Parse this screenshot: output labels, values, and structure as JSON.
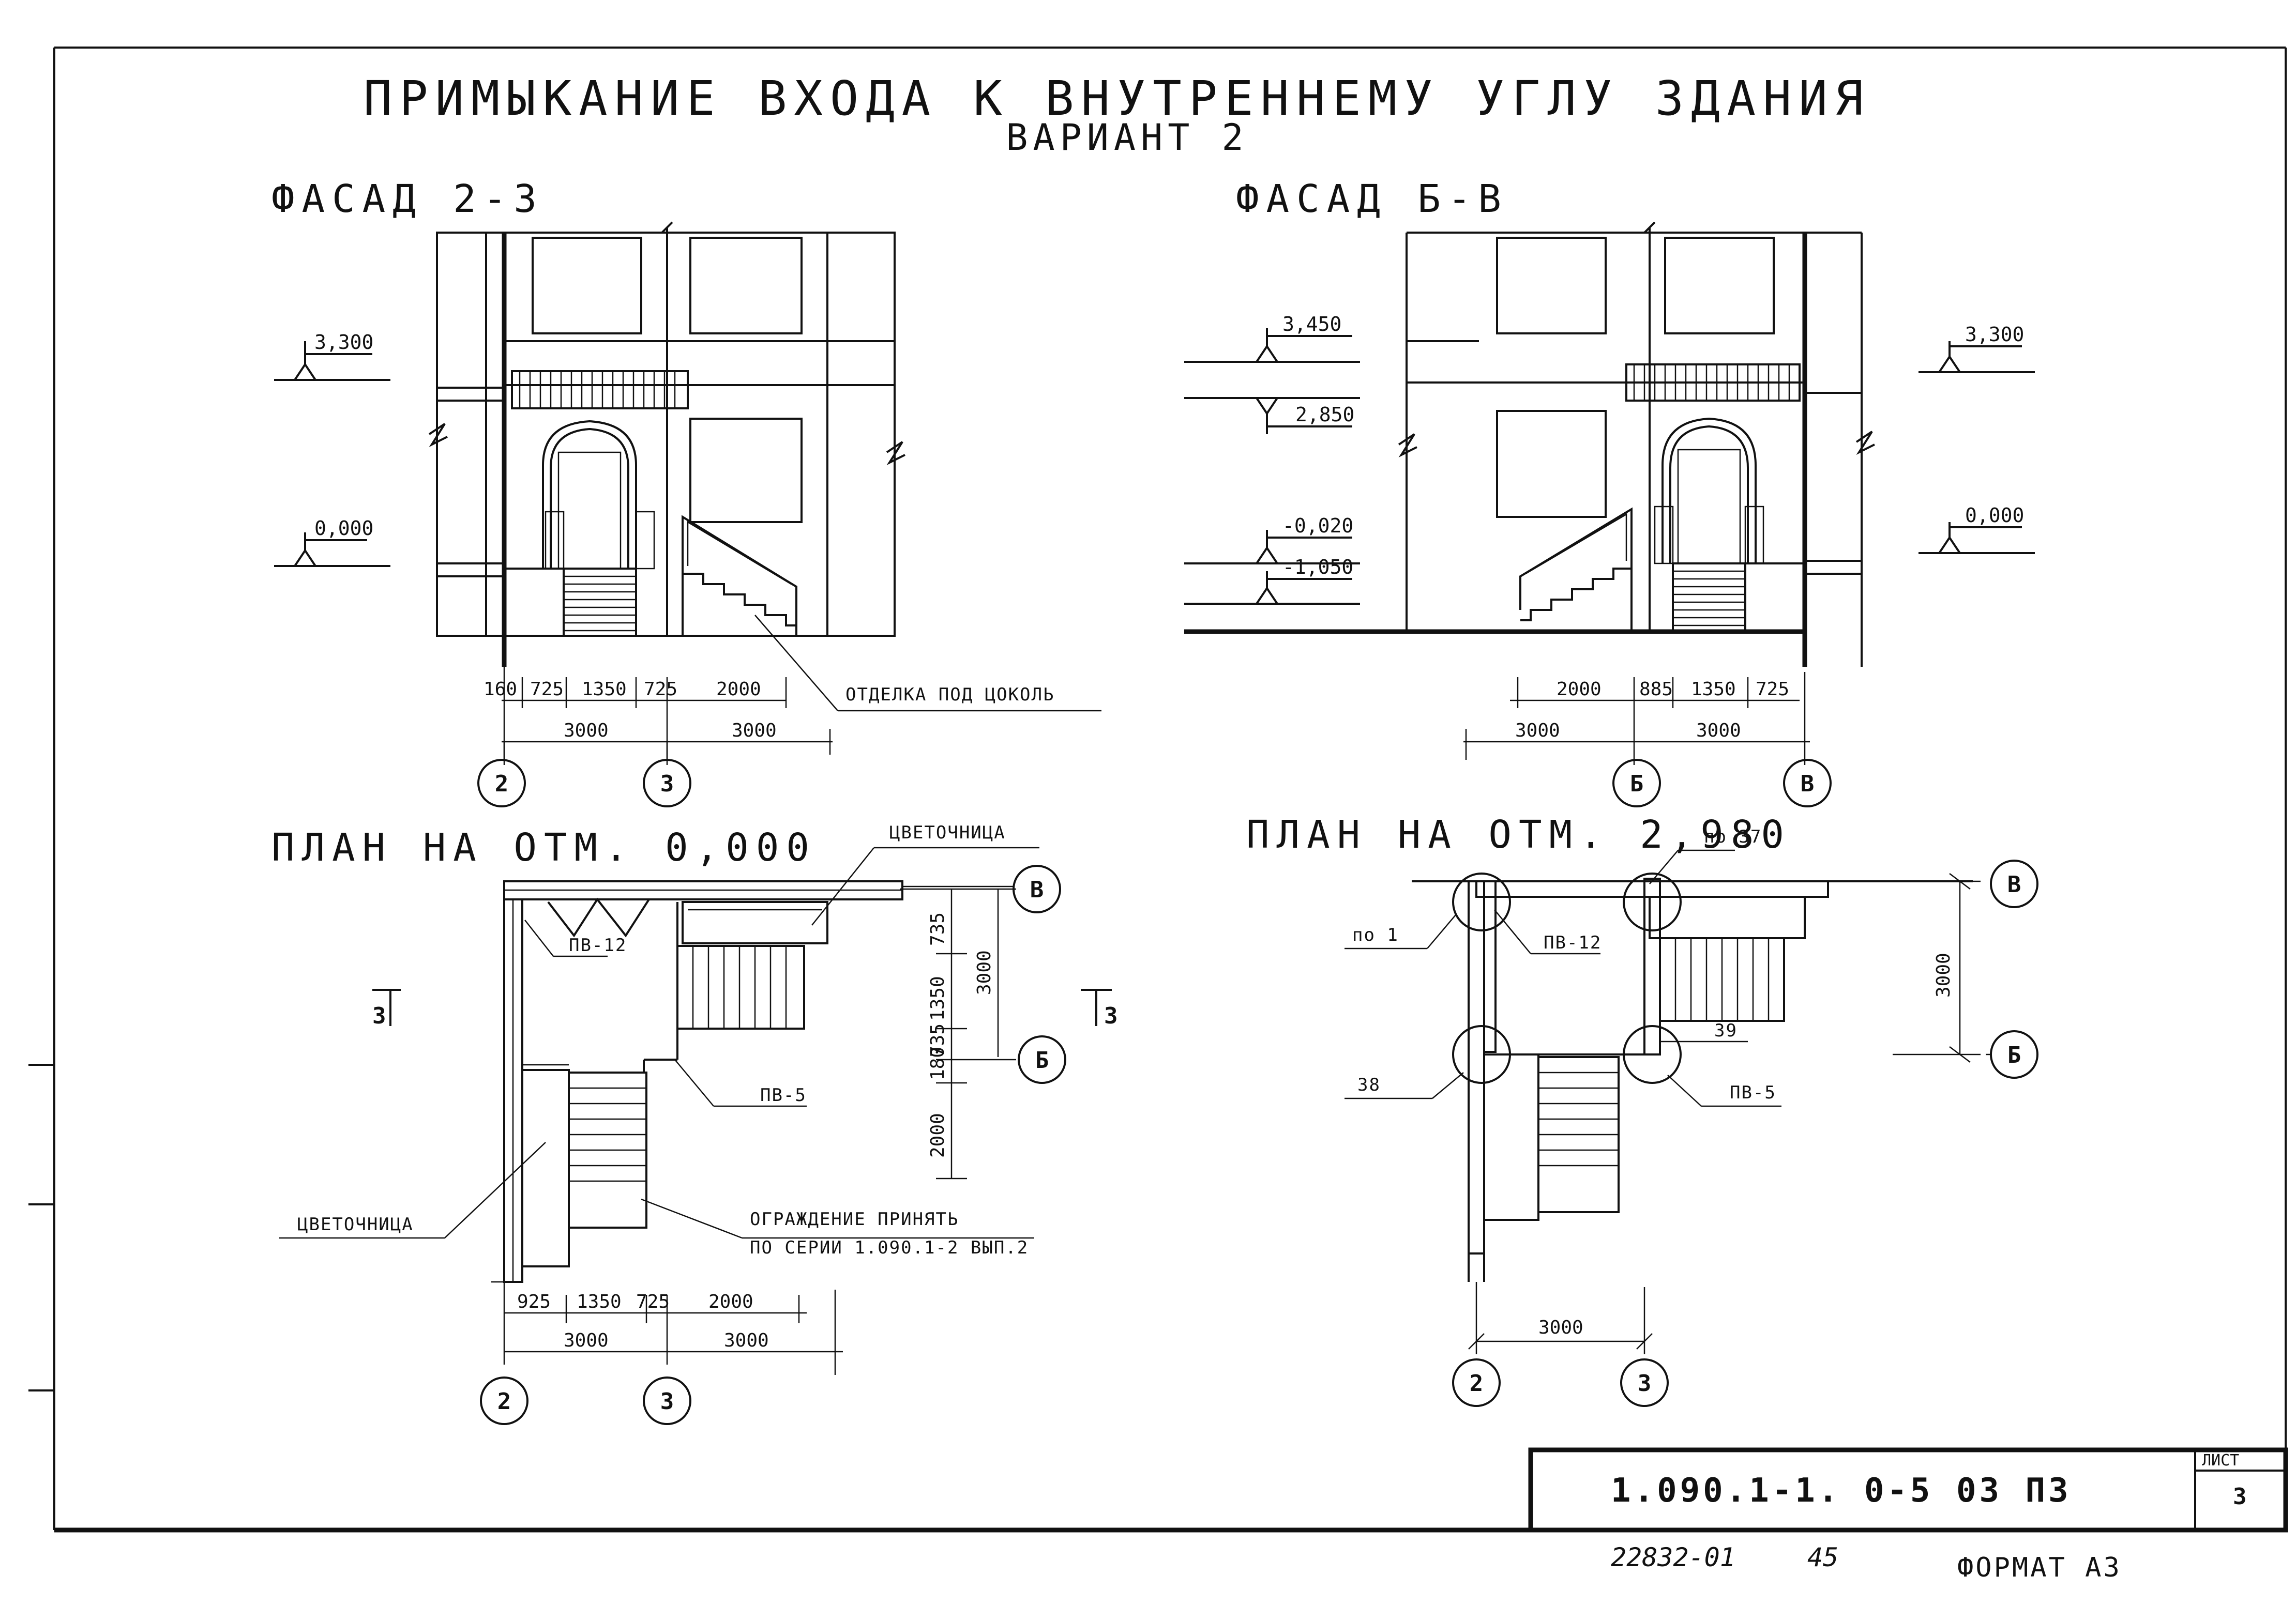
{
  "title": "ПРИМЫКАНИЕ ВХОДА К ВНУТРЕННЕМУ УГЛУ ЗДАНИЯ",
  "subtitle": "ВАРИАНТ 2",
  "facade_left": {
    "heading": "ФАСАД 2-3",
    "elevations": [
      "3,300",
      "0,000"
    ],
    "dimensions_top": [
      "160",
      "725",
      "1350",
      "725",
      "2000"
    ],
    "dimensions_bottom": [
      "3000",
      "3000"
    ],
    "axes": [
      "2",
      "3"
    ],
    "note": "ОТДЕЛКА ПОД ЦОКОЛЬ"
  },
  "facade_right": {
    "heading": "ФАСАД Б-В",
    "elevations_left": [
      "3,450",
      "2,850",
      "-0,020",
      "-1,050"
    ],
    "elevations_right": [
      "3,300",
      "0,000"
    ],
    "dimensions_top": [
      "2000",
      "885",
      "1350",
      "725"
    ],
    "dimensions_bottom": [
      "3000",
      "3000"
    ],
    "axes": [
      "Б",
      "В"
    ]
  },
  "plan_left": {
    "heading": "ПЛАН НА ОТМ. 0,000",
    "labels": {
      "planter_top": "ЦВЕТОЧНИЦА",
      "planter_left": "ЦВЕТОЧНИЦА",
      "pv12": "ПВ-12",
      "pv5": "ПВ-5",
      "railing_1": "ОГРАЖДЕНИЕ ПРИНЯТЬ",
      "railing_2": "ПО СЕРИИ 1.090.1-2 ВЫП.2",
      "section_left": "3",
      "section_right": "3"
    },
    "dimensions_vertical": [
      "735",
      "1350",
      "735",
      "180",
      "2000"
    ],
    "dimension_total_vertical": "3000",
    "dimensions_bottom_top": [
      "925",
      "1350",
      "725",
      "2000"
    ],
    "dimensions_bottom": [
      "3000",
      "3000"
    ],
    "axes_bottom": [
      "2",
      "3"
    ],
    "axes_right": [
      "В",
      "Б"
    ]
  },
  "plan_right": {
    "heading": "ПЛАН НА ОТМ. 2,980",
    "labels": {
      "po37": "по 37",
      "po1": "по 1",
      "pv12": "ПВ-12",
      "n39": "39",
      "n38": "38",
      "pv5": "ПВ-5"
    },
    "dimension_vertical": "3000",
    "dimension_bottom": "3000",
    "axes_bottom": [
      "2",
      "3"
    ],
    "axes_right": [
      "В",
      "Б"
    ]
  },
  "title_block": {
    "code": "1.090.1-1. 0-5   03 ПЗ",
    "sheet_label": "ЛИСТ",
    "sheet_number": "3"
  },
  "footer": {
    "inventory": "22832-01",
    "page": "45",
    "format": "ФОРМАТ А3"
  }
}
